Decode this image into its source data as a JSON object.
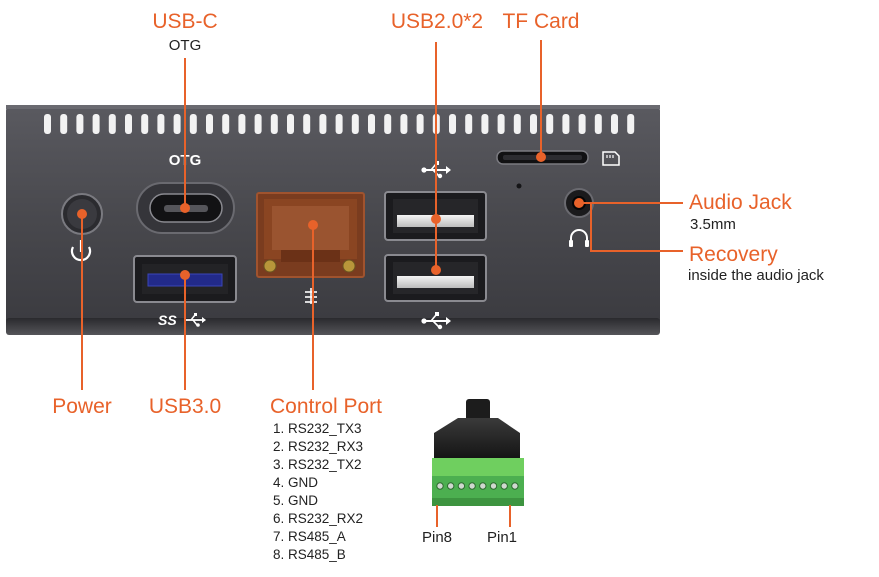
{
  "labels": {
    "usbc": "USB-C",
    "usbc_sub": "OTG",
    "usb2": "USB2.0*2",
    "tf": "TF Card",
    "audio": "Audio Jack",
    "audio_sub": "3.5mm",
    "recovery": "Recovery",
    "recovery_sub": "inside the audio jack",
    "power": "Power",
    "usb3": "USB3.0",
    "control": "Control Port"
  },
  "device_text": {
    "otg": "OTG",
    "ss": "SS"
  },
  "control_pins": [
    "1. RS232_TX3",
    "2. RS232_RX3",
    "3. RS232_TX2",
    "4. GND",
    "5. GND",
    "6. RS232_RX2",
    "7. RS485_A",
    "8. RS485_B"
  ],
  "connector": {
    "pin8": "Pin8",
    "pin1": "Pin1"
  },
  "colors": {
    "accent": "#e8622a",
    "chassis": "#4d4d52",
    "port_orange": "#a0532e",
    "terminal_green": "#4caf50"
  }
}
